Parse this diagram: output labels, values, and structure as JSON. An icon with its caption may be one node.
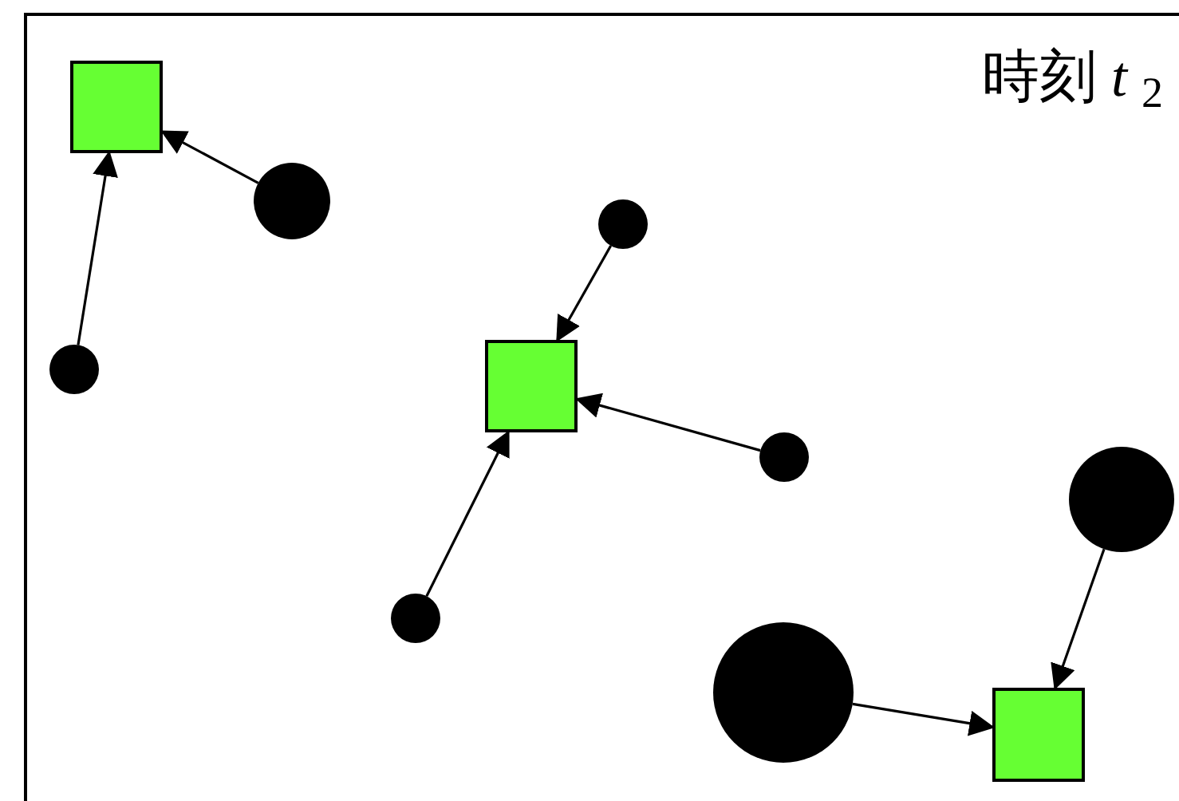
{
  "diagram": {
    "title": "時刻 *t* $_{2}$",
    "nodes": [
      {
        "text": [],
        "shape": "box"
      },
      {
        "text": [],
        "shape": "circle"
      },
      {
        "text": [],
        "shape": "circle"
      },
      {
        "text": [],
        "shape": "circle"
      },
      {
        "text": [],
        "shape": "box"
      },
      {
        "text": [],
        "shape": "circle"
      },
      {
        "text": [],
        "shape": "circle"
      },
      {
        "text": [],
        "shape": "circle"
      },
      {
        "text": [],
        "shape": "circle"
      },
      {
        "text": [],
        "shape": "box"
      }
    ],
    "edges": [
      {
        "from": 1,
        "to": 0,
        "arrow": "to"
      },
      {
        "from": 3,
        "to": 0,
        "arrow": "to"
      },
      {
        "from": 2,
        "to": 4,
        "arrow": "to"
      },
      {
        "from": 5,
        "to": 4,
        "arrow": "to"
      },
      {
        "from": 7,
        "to": 4,
        "arrow": "to"
      },
      {
        "from": 6,
        "to": 9,
        "arrow": "to"
      },
      {
        "from": 8,
        "to": 9,
        "arrow": "to"
      }
    ]
  }
}
